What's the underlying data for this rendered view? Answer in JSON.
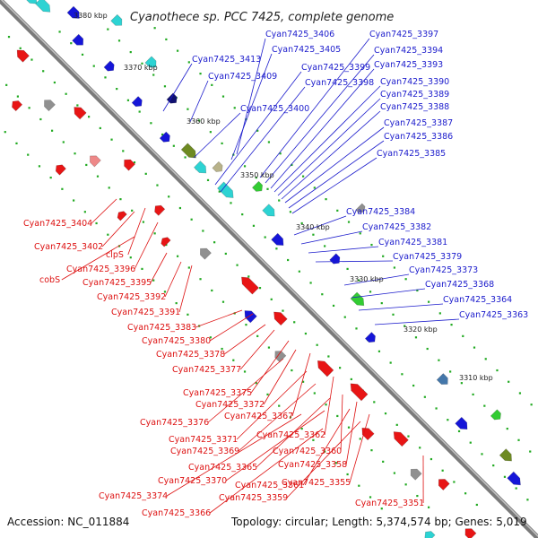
{
  "header": {
    "title": "Cyanothece sp. PCC 7425, complete genome"
  },
  "footer": {
    "accession": "Accession: NC_011884",
    "summary": "Topology: circular; Length: 5,374,574 bp; Genes: 5,019"
  },
  "colors": {
    "forward_label": "#1c1ccc",
    "reverse_label": "#dd1111",
    "forward_gene": "#1515d8",
    "reverse_gene": "#e81515",
    "backbone": "#7a7a7a",
    "tick_dot": "#22aa22"
  },
  "ticks": [
    "3380 kbp",
    "3370 kbp",
    "3360 kbp",
    "3350 kbp",
    "3340 kbp",
    "3330 kbp",
    "3320 kbp",
    "3310 kbp"
  ],
  "forward_labels": [
    "Cyan7425_3406",
    "Cyan7425_3397",
    "Cyan7425_3405",
    "Cyan7425_3394",
    "Cyan7425_3413",
    "Cyan7425_3393",
    "Cyan7425_3399",
    "Cyan7425_3409",
    "Cyan7425_3390",
    "Cyan7425_3398",
    "Cyan7425_3389",
    "Cyan7425_3400",
    "Cyan7425_3388",
    "Cyan7425_3387",
    "Cyan7425_3386",
    "Cyan7425_3385",
    "Cyan7425_3384",
    "Cyan7425_3382",
    "Cyan7425_3381",
    "Cyan7425_3379",
    "Cyan7425_3373",
    "Cyan7425_3368",
    "Cyan7425_3364",
    "Cyan7425_3363"
  ],
  "reverse_labels": [
    "Cyan7425_3404",
    "Cyan7425_3402",
    "clpS",
    "Cyan7425_3396",
    "cobS",
    "Cyan7425_3395",
    "Cyan7425_3392",
    "Cyan7425_3391",
    "Cyan7425_3383",
    "Cyan7425_3380",
    "Cyan7425_3378",
    "Cyan7425_3377",
    "Cyan7425_3375",
    "Cyan7425_3372",
    "Cyan7425_3367",
    "Cyan7425_3376",
    "Cyan7425_3371",
    "Cyan7425_3362",
    "Cyan7425_3369",
    "Cyan7425_3360",
    "Cyan7425_3365",
    "Cyan7425_3358",
    "Cyan7425_3370",
    "Cyan7425_3361",
    "Cyan7425_3355",
    "Cyan7425_3374",
    "Cyan7425_3359",
    "Cyan7425_3351",
    "Cyan7425_3366"
  ]
}
